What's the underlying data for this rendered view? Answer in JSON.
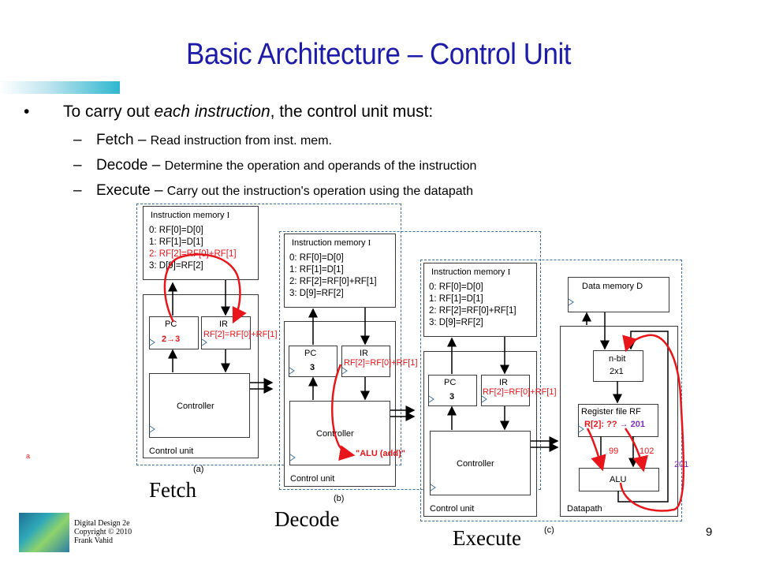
{
  "title": "Basic Architecture – Control Unit",
  "bullets": {
    "main_prefix": "To carry out ",
    "main_emph": "each instruction",
    "main_suffix": ", the control unit must:",
    "subs": [
      {
        "name": "Fetch",
        "desc": "Read instruction from inst. mem."
      },
      {
        "name": "Decode",
        "desc": "Determine the operation and operands of the instruction"
      },
      {
        "name": "Execute",
        "desc": "Carry out the instruction's operation using the datapath"
      }
    ],
    "dash": "–",
    "bullet_glyph": "•"
  },
  "panel_a": {
    "imem_label": "Instruction memory",
    "imem_symbol": "I",
    "instructions": [
      "0: RF[0]=D[0]",
      "1: RF[1]=D[1]",
      "2: RF[2]=RF[0]+RF[1]",
      "3: D[9]=RF[2]"
    ],
    "pc_label": "PC",
    "pc_value": "2→3",
    "ir_label": "IR",
    "ir_value": "RF[2]=RF[0]+RF[1]",
    "controller_label": "Controller",
    "control_unit_label": "Control unit",
    "caption": "(a)",
    "phase": "Fetch",
    "stray": "a"
  },
  "panel_b": {
    "imem_label": "Instruction memory",
    "imem_symbol": "I",
    "instructions": [
      "0: RF[0]=D[0]",
      "1: RF[1]=D[1]",
      "2: RF[2]=RF[0]+RF[1]",
      "3: D[9]=RF[2]"
    ],
    "pc_label": "PC",
    "pc_value": "3",
    "ir_label": "IR",
    "ir_value": "RF[2]=RF[0]+RF[1]",
    "controller_label": "Controller",
    "control_unit_label": "Control unit",
    "alu_op": "\"ALU (add)\"",
    "caption": "(b)",
    "phase": "Decode"
  },
  "panel_c": {
    "imem_label": "Instruction memory",
    "imem_symbol": "I",
    "instructions": [
      "0: RF[0]=D[0]",
      "1: RF[1]=D[1]",
      "2: RF[2]=RF[0]+RF[1]",
      "3: D[9]=RF[2]"
    ],
    "pc_label": "PC",
    "pc_value": "3",
    "ir_label": "IR",
    "ir_value": "RF[2]=RF[0]+RF[1]",
    "controller_label": "Controller",
    "control_unit_label": "Control unit",
    "caption": "(c)",
    "phase": "Execute",
    "datapath": {
      "dmem_label": "Data memory D",
      "mux_label1": "n-bit",
      "mux_label2": "2x1",
      "rf_label": "Register file RF",
      "rf_entry": "R[2]: ??",
      "rf_new": "201",
      "rf_arrow": "→",
      "alu_label": "ALU",
      "operand_a": "99",
      "operand_b": "102",
      "result": "201",
      "datapath_label": "Datapath"
    }
  },
  "footer": {
    "book": "Digital Design 2e",
    "copyright": "Copyright © 2010",
    "author": "Frank Vahid",
    "page": "9"
  },
  "colors": {
    "title": "#1c1ca8",
    "highlight": "#e8161a",
    "purple": "#7b2fbf",
    "dashed": "#3c6fa0"
  }
}
